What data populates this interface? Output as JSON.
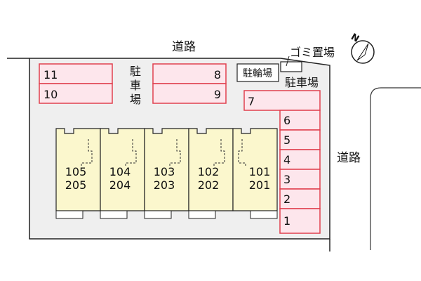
{
  "roads": {
    "top": "道路",
    "right": "道路"
  },
  "parking_west": {
    "label_chars": [
      "駐",
      "車",
      "場"
    ],
    "spaces": [
      "11",
      "10",
      "8",
      "9"
    ]
  },
  "parking_east": {
    "label": "駐車場",
    "spaces": [
      "7",
      "6",
      "5",
      "4",
      "3",
      "2",
      "1"
    ]
  },
  "bicycle_parking": {
    "label": "駐輪場"
  },
  "garbage_area": {
    "label": "ゴミ置場"
  },
  "compass": {
    "north_label": "N"
  },
  "units": [
    {
      "lower": "105",
      "upper": "205"
    },
    {
      "lower": "104",
      "upper": "204"
    },
    {
      "lower": "103",
      "upper": "203"
    },
    {
      "lower": "102",
      "upper": "202"
    },
    {
      "lower": "101",
      "upper": "201"
    }
  ],
  "colors": {
    "parking_fill": "#fde6ec",
    "parking_stroke": "#e0404e",
    "lot_fill": "#efefef",
    "building_fill": "#fbf7cd"
  }
}
